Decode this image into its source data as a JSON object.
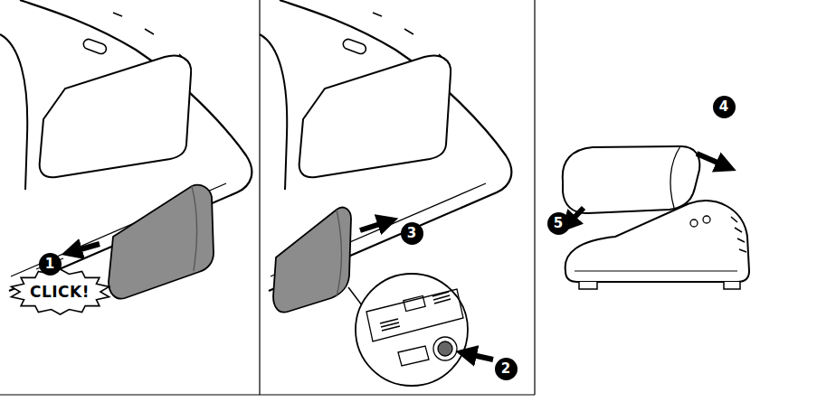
{
  "diagram": {
    "nodes": [
      {
        "text": [
          "CLICK!"
        ]
      }
    ],
    "labels": [
      "1",
      "2",
      "3",
      "4",
      "5"
    ]
  }
}
